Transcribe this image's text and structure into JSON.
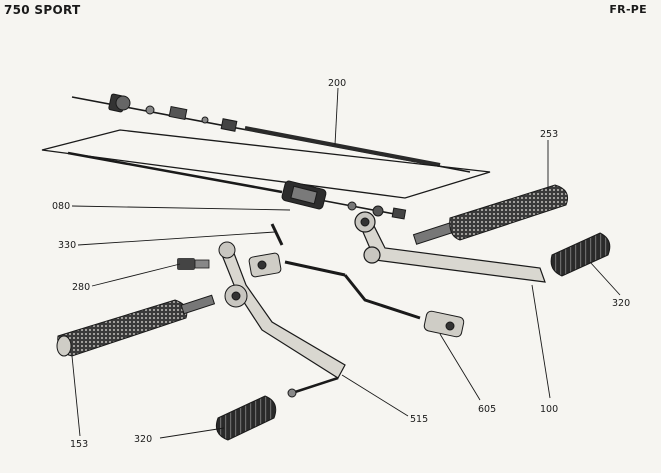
{
  "header": {
    "model": "750 SPORT",
    "code": "FR-PE"
  },
  "parts": [
    {
      "id": "p200",
      "ref": "200"
    },
    {
      "id": "p253",
      "ref": "253"
    },
    {
      "id": "p080",
      "ref": "080"
    },
    {
      "id": "p330",
      "ref": "330"
    },
    {
      "id": "p280",
      "ref": "280"
    },
    {
      "id": "p320a",
      "ref": "320"
    },
    {
      "id": "p153",
      "ref": "153"
    },
    {
      "id": "p320b",
      "ref": "320"
    },
    {
      "id": "p515",
      "ref": "515"
    },
    {
      "id": "p605",
      "ref": "605"
    },
    {
      "id": "p100",
      "ref": "100"
    }
  ]
}
